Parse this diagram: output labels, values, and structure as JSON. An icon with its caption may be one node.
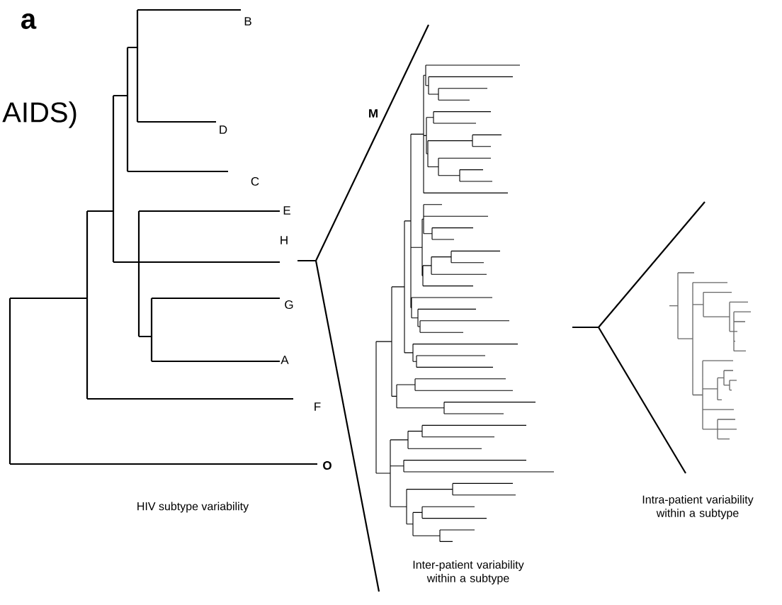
{
  "diagram": {
    "labels": [
      "a",
      "AIDS)",
      "B",
      "D",
      "C",
      "E",
      "H",
      "G",
      "A",
      "F",
      "O",
      "M",
      "HIV subtype variability",
      "Inter-patient variability within a subtype",
      "Intra-patient variability within a subtype"
    ]
  }
}
